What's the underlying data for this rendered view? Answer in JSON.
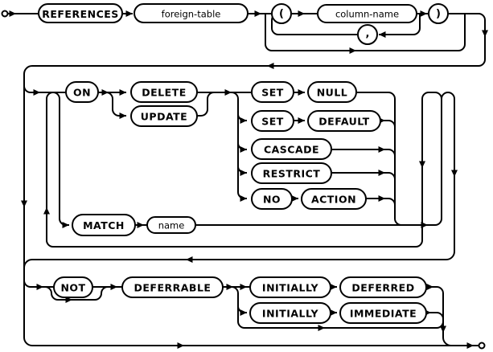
{
  "diagram": {
    "type": "railroad-syntax-diagram",
    "subject": "REFERENCES clause",
    "colors": {
      "line": "#000000",
      "background": "#ffffff",
      "text": "#000000"
    },
    "nodes": {
      "references": {
        "label": "REFERENCES",
        "kind": "keyword"
      },
      "foreign_table": {
        "label": "foreign-table",
        "kind": "nonterminal"
      },
      "open_paren": {
        "label": "(",
        "kind": "punctuation"
      },
      "column_name": {
        "label": "column-name",
        "kind": "nonterminal"
      },
      "comma": {
        "label": ",",
        "kind": "punctuation"
      },
      "close_paren": {
        "label": ")",
        "kind": "punctuation"
      },
      "on": {
        "label": "ON",
        "kind": "keyword"
      },
      "delete": {
        "label": "DELETE",
        "kind": "keyword"
      },
      "update": {
        "label": "UPDATE",
        "kind": "keyword"
      },
      "set1": {
        "label": "SET",
        "kind": "keyword"
      },
      "null": {
        "label": "NULL",
        "kind": "keyword"
      },
      "set2": {
        "label": "SET",
        "kind": "keyword"
      },
      "default": {
        "label": "DEFAULT",
        "kind": "keyword"
      },
      "cascade": {
        "label": "CASCADE",
        "kind": "keyword"
      },
      "restrict": {
        "label": "RESTRICT",
        "kind": "keyword"
      },
      "no": {
        "label": "NO",
        "kind": "keyword"
      },
      "action": {
        "label": "ACTION",
        "kind": "keyword"
      },
      "match": {
        "label": "MATCH",
        "kind": "keyword"
      },
      "name": {
        "label": "name",
        "kind": "nonterminal"
      },
      "not": {
        "label": "NOT",
        "kind": "keyword"
      },
      "deferrable": {
        "label": "DEFERRABLE",
        "kind": "keyword"
      },
      "initially1": {
        "label": "INITIALLY",
        "kind": "keyword"
      },
      "deferred": {
        "label": "DEFERRED",
        "kind": "keyword"
      },
      "initially2": {
        "label": "INITIALLY",
        "kind": "keyword"
      },
      "immediate": {
        "label": "IMMEDIATE",
        "kind": "keyword"
      }
    }
  }
}
